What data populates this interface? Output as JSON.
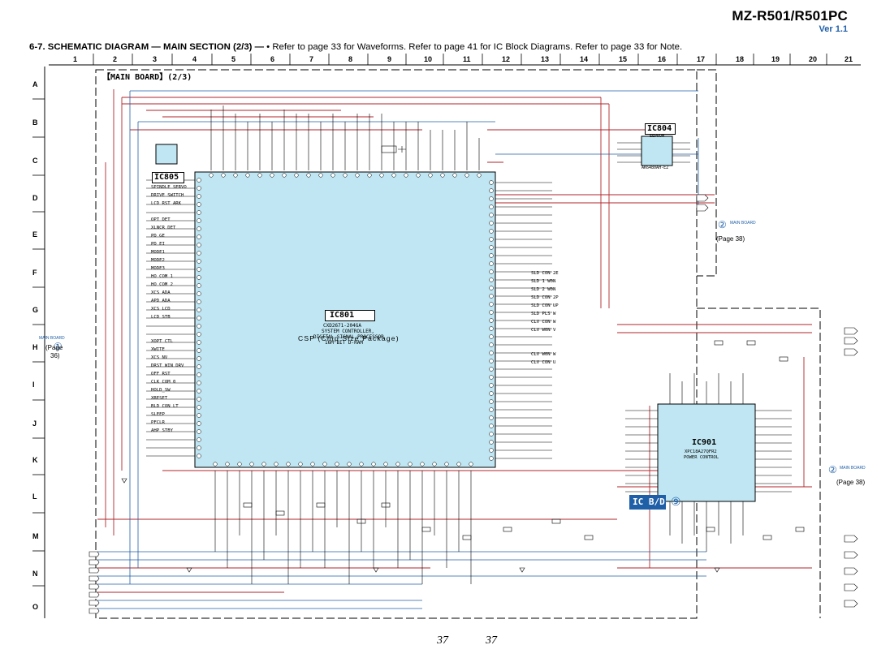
{
  "header": {
    "model": "MZ-R501/R501PC",
    "version": "Ver 1.1",
    "title_prefix": "6-7. SCHEMATIC DIAGRAM — MAIN SECTION (2/3) —",
    "title_note": " • Refer to page 33 for Waveforms. Refer to page 41 for IC Block Diagrams. Refer to page 33 for Note."
  },
  "grid": {
    "columns": [
      "1",
      "2",
      "3",
      "4",
      "5",
      "6",
      "7",
      "8",
      "9",
      "10",
      "11",
      "12",
      "13",
      "14",
      "15",
      "16",
      "17",
      "18",
      "19",
      "20",
      "21"
    ],
    "rows": [
      "A",
      "B",
      "C",
      "D",
      "E",
      "F",
      "G",
      "H",
      "I",
      "J",
      "K",
      "L",
      "M",
      "N",
      "O"
    ]
  },
  "board": {
    "title": "【MAIN BOARD】(2/3)"
  },
  "chips": {
    "ic801": {
      "ref": "IC801",
      "part": "CXD2671-204GA",
      "desc1": "SYSTEM CONTROLLER,",
      "desc2": "DIGITAL SIGNAL PROCESSOR",
      "desc3": "16M BIT D-RAM",
      "package": "CSP (Chip Size Package)"
    },
    "ic805": {
      "ref": "IC805"
    },
    "ic804": {
      "ref": "IC804",
      "desc": "EEPROM",
      "part": "AK6480AH-E2"
    },
    "ic901": {
      "ref": "IC901",
      "part": "XPC18A27QFR2",
      "desc": "POWER CONTROL"
    },
    "icbd": {
      "label": "IC B/D"
    }
  },
  "connectors": {
    "left": {
      "num": "①",
      "board": "MAIN BOARD",
      "page": "(Page",
      "page2": "36)"
    },
    "right_top": {
      "num": "②",
      "board": "MAIN BOARD",
      "page": "(Page 38)"
    },
    "right_bottom": {
      "num": "②",
      "board": "MAIN BOARD",
      "page": "(Page 38)"
    },
    "ref9": "⑨"
  },
  "left_signals": [
    "SPINDLE SERVO",
    "DRIVE SWITCH",
    "LCD RST ARK",
    "OPT DET",
    "XLNCR DET",
    "PD GE",
    "PD EI",
    "MODE1",
    "MODE2",
    "MODE3",
    "HO COM 1",
    "HO COM 2",
    "XCS ADA",
    "APD ADA",
    "XCS LCD",
    "LCD STB",
    "XOPT CTL",
    "XWITE",
    "XCS NV",
    "DRST WIN DRV",
    "OFF RST",
    "CLK COM 0",
    "HOLD_SW",
    "XRESET",
    "BLD CON LT",
    "SLEEP",
    "PFCLR",
    "AHP STBY"
  ],
  "right_signals": [
    "SLD CON 2E",
    "SLD 1 W0N",
    "SLD 2 W0N",
    "SLD CON 2P",
    "SLD CON UP",
    "SLD PLS W",
    "CLV CON W",
    "CLV W0N V",
    "CLV W0N W",
    "CLV CON U"
  ],
  "footer": {
    "left_page": "37",
    "right_page": "37"
  }
}
